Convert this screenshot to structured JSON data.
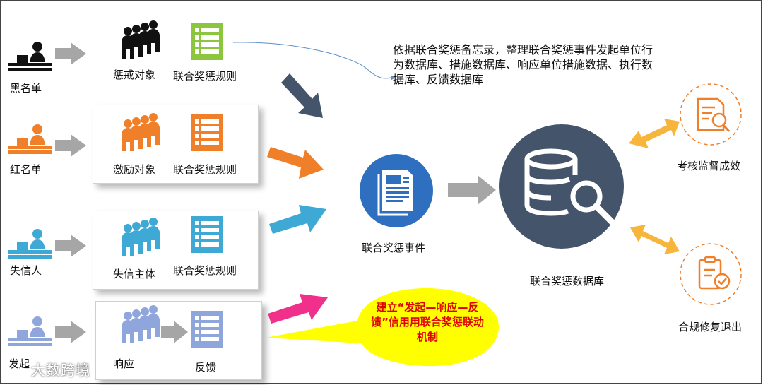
{
  "rows": [
    {
      "role": "黑名单",
      "target": "惩戒对象",
      "rule": "联合奖惩规则"
    },
    {
      "role": "红名单",
      "target": "激励对象",
      "rule": "联合奖惩规则"
    },
    {
      "role": "失信人",
      "target": "失信主体",
      "rule": "联合奖惩规则"
    },
    {
      "role": "发起",
      "target": "响应",
      "rule": "反馈"
    }
  ],
  "description": "依据联合奖惩备忘录，整理联合奖惩事件发起单位行为数据库、措施数据库、响应单位措施数据、执行数据库、反馈数据库",
  "event_label": "联合奖惩事件",
  "database_label": "联合奖惩数据库",
  "outputs": [
    "考核监督成效",
    "合规修复退出"
  ],
  "callout": "建立“发起—响应—反馈”信用用联合奖惩联动机制",
  "watermark": "大数跨境",
  "colors": {
    "black": "#111111",
    "red_orange": "#f07f2a",
    "blue": "#3fa9d5",
    "lavender": "#8fa6dd",
    "green": "#8cc63f",
    "event_circle": "#2f6fbf",
    "database_circle": "#44546a",
    "gold": "#f7b53b",
    "arrow_gray": "#a6a6a6",
    "arrow_navy": "#44546a",
    "arrow_pink": "#f0308a",
    "callout_fill": "#ffff00"
  }
}
